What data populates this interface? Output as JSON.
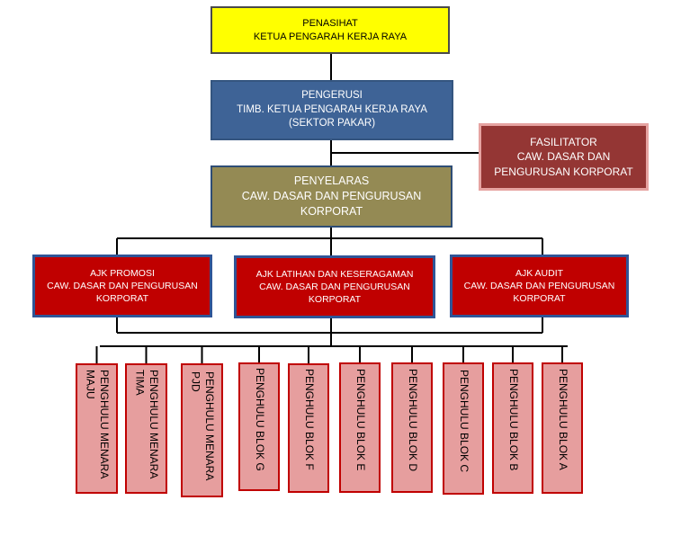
{
  "penasihat": {
    "line1": "PENASIHAT",
    "line2": "KETUA PENGARAH KERJA RAYA"
  },
  "pengerusi": {
    "line1": "PENGERUSI",
    "line2": "TIMB. KETUA PENGARAH KERJA RAYA",
    "line3": "(SEKTOR PAKAR)"
  },
  "fasilitator": {
    "line1": "FASILITATOR",
    "line2": "CAW. DASAR DAN",
    "line3": "PENGURUSAN KORPORAT"
  },
  "penyelaras": {
    "line1": "PENYELARAS",
    "line2": "CAW. DASAR DAN PENGURUSAN",
    "line3": "KORPORAT"
  },
  "ajk": [
    {
      "line1": "AJK PROMOSI",
      "line2": "CAW. DASAR DAN PENGURUSAN",
      "line3": "KORPORAT"
    },
    {
      "line1": "AJK LATIHAN DAN KESERAGAMAN",
      "line2": "CAW. DASAR DAN PENGURUSAN",
      "line3": "KORPORAT"
    },
    {
      "line1": "AJK AUDIT",
      "line2": "CAW. DASAR DAN PENGURUSAN",
      "line3": "KORPORAT"
    }
  ],
  "penghulu": [
    {
      "line1": "PENGHULU MENARA",
      "line2": "MAJU"
    },
    {
      "line1": "PENGHULU MENARA",
      "line2": "TIMA"
    },
    {
      "line1": "PENGHULU MENARA",
      "line2": "PJD"
    },
    {
      "line1": "PENGHULU BLOK G",
      "line2": ""
    },
    {
      "line1": "PENGHULU BLOK F",
      "line2": ""
    },
    {
      "line1": "PENGHULU BLOK E",
      "line2": ""
    },
    {
      "line1": "PENGHULU BLOK D",
      "line2": ""
    },
    {
      "line1": "PENGHULU BLOK C",
      "line2": ""
    },
    {
      "line1": "PENGHULU BLOK B",
      "line2": ""
    },
    {
      "line1": "PENGHULU BLOK A",
      "line2": ""
    }
  ],
  "colors": {
    "penasihat": "#ffff00",
    "pengerusi": "#3e6396",
    "fasilitator": "#943634",
    "penyelaras": "#948a54",
    "ajk": "#c00000",
    "penghulu": "#e69e9e"
  }
}
